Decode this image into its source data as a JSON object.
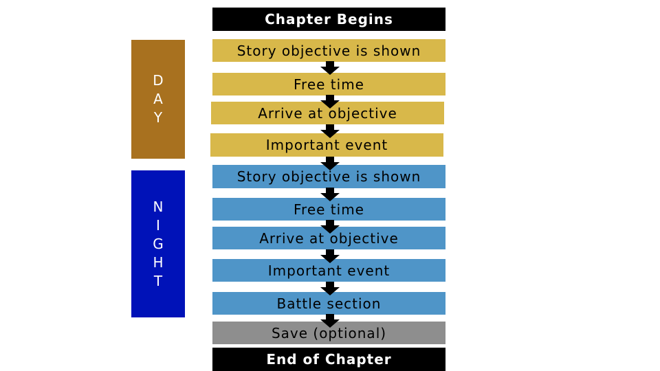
{
  "phases": [
    {
      "label": "DAY",
      "color": "#a8711f"
    },
    {
      "label": "NIGHT",
      "color": "#0012b8"
    }
  ],
  "steps": [
    {
      "label": "Chapter Begins",
      "style": "black"
    },
    {
      "label": "Story objective is shown",
      "style": "day"
    },
    {
      "label": "Free time",
      "style": "day"
    },
    {
      "label": "Arrive at objective",
      "style": "day"
    },
    {
      "label": "Important event",
      "style": "day"
    },
    {
      "label": "Story objective is shown",
      "style": "night"
    },
    {
      "label": "Free time",
      "style": "night"
    },
    {
      "label": "Arrive at objective",
      "style": "night"
    },
    {
      "label": "Important event",
      "style": "night"
    },
    {
      "label": "Battle section",
      "style": "night"
    },
    {
      "label": "Save (optional)",
      "style": "gray"
    },
    {
      "label": "End of Chapter",
      "style": "black"
    }
  ],
  "colors": {
    "terminal": "#000000",
    "day_step": "#d8b84a",
    "night_step": "#4f95c8",
    "optional_step": "#8e8e8e",
    "arrow": "#000000"
  }
}
